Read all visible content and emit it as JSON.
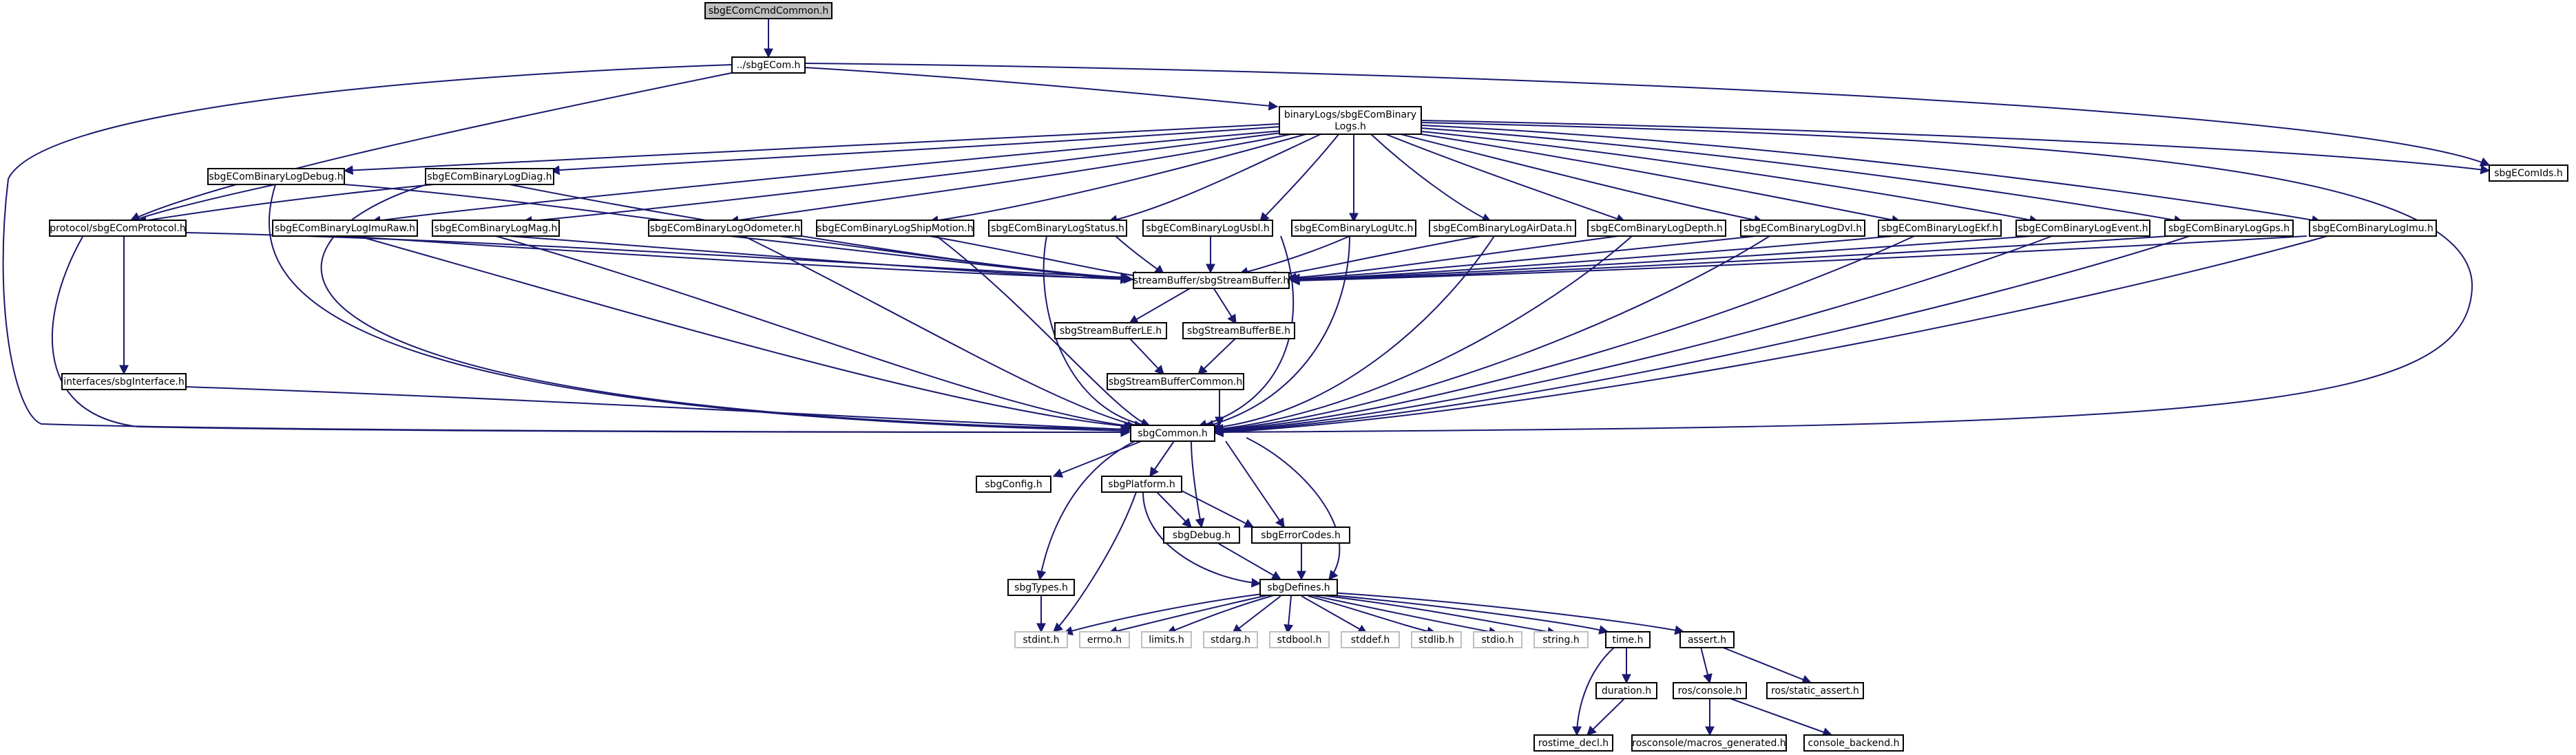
{
  "colors": {
    "edge": "#191970",
    "node_border": "#000000",
    "external_border": "#bfbfbf",
    "root_fill": "#bfbfbf",
    "background": "#ffffff"
  },
  "nodes": [
    {
      "id": "root",
      "label": "sbgEComCmdCommon.h"
    },
    {
      "id": "ecom",
      "label": "../sbgECom.h"
    },
    {
      "id": "binlogs",
      "label": "binaryLogs/sbgEComBinary"
    },
    {
      "id": "binlogs2",
      "label": "Logs.h"
    },
    {
      "id": "ecomids",
      "label": "sbgEComIds.h"
    },
    {
      "id": "logdebug",
      "label": "sbgEComBinaryLogDebug.h"
    },
    {
      "id": "logdiag",
      "label": "sbgEComBinaryLogDiag.h"
    },
    {
      "id": "protocol",
      "label": "protocol/sbgEComProtocol.h"
    },
    {
      "id": "imuraw",
      "label": "sbgEComBinaryLogImuRaw.h"
    },
    {
      "id": "mag",
      "label": "sbgEComBinaryLogMag.h"
    },
    {
      "id": "odometer",
      "label": "sbgEComBinaryLogOdometer.h"
    },
    {
      "id": "shipmotion",
      "label": "sbgEComBinaryLogShipMotion.h"
    },
    {
      "id": "status",
      "label": "sbgEComBinaryLogStatus.h"
    },
    {
      "id": "usbl",
      "label": "sbgEComBinaryLogUsbl.h"
    },
    {
      "id": "utc",
      "label": "sbgEComBinaryLogUtc.h"
    },
    {
      "id": "airdata",
      "label": "sbgEComBinaryLogAirData.h"
    },
    {
      "id": "depth",
      "label": "sbgEComBinaryLogDepth.h"
    },
    {
      "id": "dvl",
      "label": "sbgEComBinaryLogDvl.h"
    },
    {
      "id": "ekf",
      "label": "sbgEComBinaryLogEkf.h"
    },
    {
      "id": "event",
      "label": "sbgEComBinaryLogEvent.h"
    },
    {
      "id": "gps",
      "label": "sbgEComBinaryLogGps.h"
    },
    {
      "id": "imu",
      "label": "sbgEComBinaryLogImu.h"
    },
    {
      "id": "streambuf",
      "label": "streamBuffer/sbgStreamBuffer.h"
    },
    {
      "id": "sble",
      "label": "sbgStreamBufferLE.h"
    },
    {
      "id": "sbbe",
      "label": "sbgStreamBufferBE.h"
    },
    {
      "id": "sbcommon",
      "label": "sbgStreamBufferCommon.h"
    },
    {
      "id": "iface",
      "label": "interfaces/sbgInterface.h"
    },
    {
      "id": "common",
      "label": "sbgCommon.h"
    },
    {
      "id": "config",
      "label": "sbgConfig.h"
    },
    {
      "id": "platform",
      "label": "sbgPlatform.h"
    },
    {
      "id": "debug",
      "label": "sbgDebug.h"
    },
    {
      "id": "errcodes",
      "label": "sbgErrorCodes.h"
    },
    {
      "id": "types",
      "label": "sbgTypes.h"
    },
    {
      "id": "defines",
      "label": "sbgDefines.h"
    },
    {
      "id": "stdint",
      "label": "stdint.h"
    },
    {
      "id": "errno",
      "label": "errno.h"
    },
    {
      "id": "limits",
      "label": "limits.h"
    },
    {
      "id": "stdarg",
      "label": "stdarg.h"
    },
    {
      "id": "stdbool",
      "label": "stdbool.h"
    },
    {
      "id": "stddef",
      "label": "stddef.h"
    },
    {
      "id": "stdlib",
      "label": "stdlib.h"
    },
    {
      "id": "stdio",
      "label": "stdio.h"
    },
    {
      "id": "string",
      "label": "string.h"
    },
    {
      "id": "time",
      "label": "time.h"
    },
    {
      "id": "assert",
      "label": "assert.h"
    },
    {
      "id": "duration",
      "label": "duration.h"
    },
    {
      "id": "rosconsole",
      "label": "ros/console.h"
    },
    {
      "id": "staticassert",
      "label": "ros/static_assert.h"
    },
    {
      "id": "rostime",
      "label": "rostime_decl.h"
    },
    {
      "id": "macros",
      "label": "rosconsole/macros_generated.h"
    },
    {
      "id": "backend",
      "label": "console_backend.h"
    }
  ]
}
